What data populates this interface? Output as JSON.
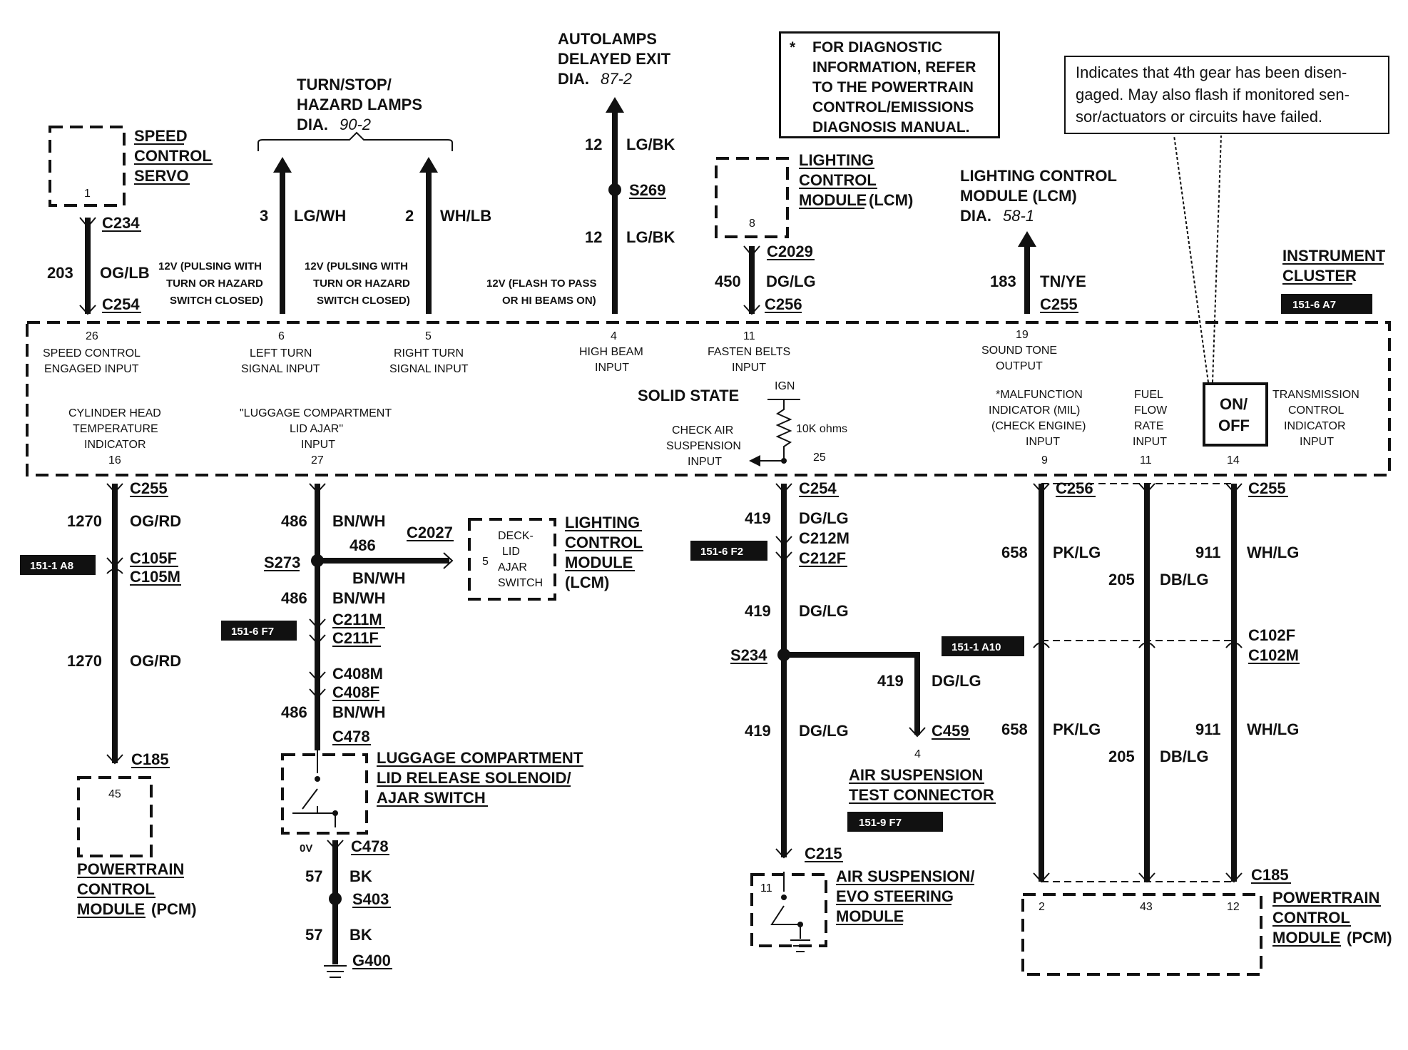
{
  "title_left": {
    "speed_servo": [
      "SPEED",
      "CONTROL",
      "SERVO"
    ],
    "speed_servo_pin": "1"
  },
  "turn_stop": {
    "lines": [
      "TURN/STOP/",
      "HAZARD LAMPS"
    ],
    "dia": "DIA.",
    "dia_ref": "90-2"
  },
  "autolamps": {
    "lines": [
      "AUTOLAMPS",
      "DELAYED EXIT"
    ],
    "dia": "DIA.",
    "dia_ref": "87-2"
  },
  "diag_note": {
    "star": "*",
    "text": "FOR DIAGNOSTIC\nINFORMATION, REFER\nTO THE POWERTRAIN\nCONTROL/EMISSIONS\nDIAGNOSIS MANUAL."
  },
  "callout": "Indicates that 4th gear has been disen-gaged. May also flash if monitored sen-sor/actuators or circuits have failed.",
  "lcm_top": {
    "lines": [
      "LIGHTING",
      "CONTROL",
      "MODULE"
    ],
    "suffix": "(LCM)",
    "pin": "8"
  },
  "lcm_right": {
    "lines": [
      "LIGHTING CONTROL",
      "MODULE (LCM)"
    ],
    "dia": "DIA.",
    "dia_ref": "58-1"
  },
  "cluster": {
    "lines": [
      "INSTRUMENT",
      "CLUSTER"
    ],
    "ref": "151-6 A7"
  },
  "wires_top": [
    {
      "circuit": "203",
      "color": "OG/LB",
      "c_top": "C234",
      "c_bot": "C254"
    },
    {
      "circuit": "3",
      "color": "LG/WH",
      "note": [
        "12V (PULSING WITH",
        "TURN OR HAZARD",
        "SWITCH CLOSED)"
      ]
    },
    {
      "circuit": "2",
      "color": "WH/LB",
      "note": [
        "12V (PULSING WITH",
        "TURN OR HAZARD",
        "SWITCH CLOSED)"
      ]
    },
    {
      "circuit_a": "12",
      "color_a": "LG/BK",
      "splice": "S269",
      "circuit_b": "12",
      "color_b": "LG/BK",
      "note": [
        "12V (FLASH TO PASS",
        "OR HI BEAMS ON)"
      ]
    },
    {
      "circuit": "450",
      "color": "DG/LG",
      "c_top": "C2029",
      "c_bot": "C256"
    },
    {
      "circuit": "183",
      "color": "TN/YE",
      "c_bot": "C255"
    }
  ],
  "pins_top": [
    {
      "pin": "26",
      "label": [
        "SPEED CONTROL",
        "ENGAGED INPUT"
      ]
    },
    {
      "pin": "6",
      "label": [
        "LEFT TURN",
        "SIGNAL INPUT"
      ]
    },
    {
      "pin": "5",
      "label": [
        "RIGHT TURN",
        "SIGNAL INPUT"
      ]
    },
    {
      "pin": "4",
      "label": [
        "HIGH BEAM",
        "INPUT"
      ]
    },
    {
      "pin": "11",
      "label": [
        "FASTEN BELTS",
        "INPUT"
      ]
    },
    {
      "pin": "19",
      "label": [
        "SOUND TONE",
        "OUTPUT"
      ]
    }
  ],
  "pins_bottom": [
    {
      "pin": "16",
      "label": [
        "CYLINDER HEAD",
        "TEMPERATURE",
        "INDICATOR"
      ]
    },
    {
      "pin": "27",
      "label": [
        "\"LUGGAGE COMPARTMENT",
        "LID AJAR\"",
        "INPUT"
      ]
    },
    {
      "pin": "25",
      "label": [
        "CHECK AIR",
        "SUSPENSION",
        "INPUT"
      ]
    },
    {
      "pin": "9",
      "label": [
        "*MALFUNCTION",
        "INDICATOR (MIL)",
        "(CHECK ENGINE)",
        "INPUT"
      ]
    },
    {
      "pin": "11",
      "label": [
        "FUEL",
        "FLOW",
        "RATE",
        "INPUT"
      ]
    },
    {
      "pin": "14",
      "label": [
        "TRANSMISSION",
        "CONTROL",
        "INDICATOR",
        "INPUT"
      ]
    }
  ],
  "solid_state": "SOLID STATE",
  "ign": "IGN",
  "resistor": "10K ohms",
  "onoff": [
    "ON/",
    "OFF"
  ],
  "col1": {
    "c255": "C255",
    "circuit": "1270",
    "color": "OG/RD",
    "c105f": "C105F",
    "c105m": "C105M",
    "ref": "151-1 A8",
    "c185": "C185",
    "pcm_pin": "45",
    "pcm": [
      "POWERTRAIN",
      "CONTROL",
      "MODULE"
    ],
    "pcm_suffix": "(PCM)"
  },
  "col2": {
    "circuit": "486",
    "color": "BN/WH",
    "c2027": "C2027",
    "s273": "S273",
    "c211m": "C211M",
    "c211f": "C211F",
    "ref": "151-6 F7",
    "c408m": "C408M",
    "c408f": "C408F",
    "c478": "C478",
    "sol": [
      "LUGGAGE COMPARTMENT",
      "LID RELEASE SOLENOID/",
      "AJAR SWITCH"
    ],
    "ov": "0V",
    "c478b": "C478",
    "gnd_circuit": "57",
    "gnd_color": "BK",
    "s403": "S403",
    "g400": "G400"
  },
  "deck": {
    "pin": "5",
    "lines": [
      "DECK-",
      "LID",
      "AJAR",
      "SWITCH"
    ],
    "lcm": [
      "LIGHTING",
      "CONTROL",
      "MODULE"
    ],
    "lcm_suffix": "(LCM)"
  },
  "col3": {
    "c254": "C254",
    "circuit": "419",
    "color": "DG/LG",
    "c212m": "C212M",
    "c212f": "C212F",
    "ref": "151-6 F2",
    "s234": "S234",
    "c459": "C459",
    "c459_pin": "4",
    "test": [
      "AIR SUSPENSION",
      "TEST CONNECTOR"
    ],
    "test_ref": "151-9 F7",
    "c215": "C215",
    "asm_pin": "11",
    "asm": [
      "AIR SUSPENSION/",
      "EVO STEERING",
      "MODULE"
    ]
  },
  "col4": {
    "c256": "C256",
    "c255": "C255",
    "w1_circuit": "658",
    "w1_color": "PK/LG",
    "w2_circuit": "205",
    "w2_color": "DB/LG",
    "w3_circuit": "911",
    "w3_color": "WH/LG",
    "c102f": "C102F",
    "c102m": "C102M",
    "ref": "151-1 A10",
    "c185": "C185",
    "pins": [
      "2",
      "43",
      "12"
    ],
    "pcm": [
      "POWERTRAIN",
      "CONTROL",
      "MODULE"
    ],
    "pcm_suffix": "(PCM)"
  }
}
